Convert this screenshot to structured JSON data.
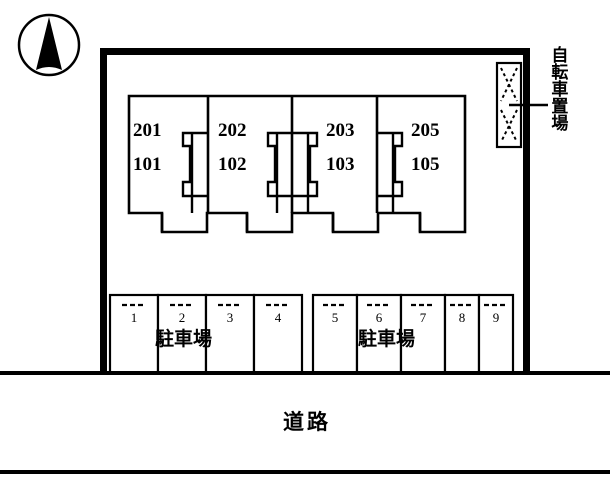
{
  "document": {
    "kind": "site-layout-plan",
    "language": "ja"
  },
  "compass": {
    "name": "north-arrow",
    "direction": "north-up"
  },
  "building": {
    "label": "apartment-building",
    "units": [
      {
        "upper": "201",
        "lower": "101"
      },
      {
        "upper": "202",
        "lower": "102"
      },
      {
        "upper": "203",
        "lower": "103"
      },
      {
        "upper": "205",
        "lower": "105"
      }
    ]
  },
  "bicycle_parking": {
    "label": "自転車置場",
    "romaji_meaning": "bicycle parking"
  },
  "parking": {
    "label_left": "駐車場",
    "label_right": "駐車場",
    "stalls_left": [
      "1",
      "2",
      "3",
      "4"
    ],
    "stalls_right": [
      "5",
      "6",
      "7",
      "8",
      "9"
    ]
  },
  "road": {
    "label": "道路",
    "romaji_meaning": "road"
  },
  "colors": {
    "ink": "#000000",
    "paper": "#ffffff"
  }
}
